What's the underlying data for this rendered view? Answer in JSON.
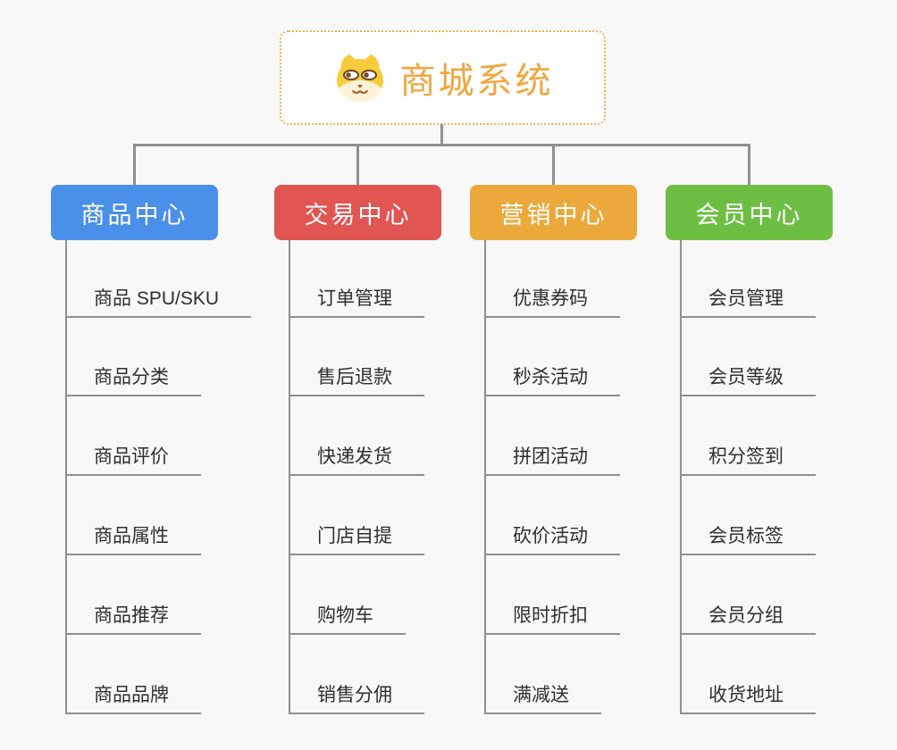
{
  "root": {
    "title": "商城系统",
    "icon": "dog-face",
    "accent_color": "#F2A63F",
    "border_color": "#F3B14E"
  },
  "branches": [
    {
      "label": "商品中心",
      "color": "#4A90E8",
      "items": [
        "商品 SPU/SKU",
        "商品分类",
        "商品评价",
        "商品属性",
        "商品推荐",
        "商品品牌"
      ]
    },
    {
      "label": "交易中心",
      "color": "#E15552",
      "items": [
        "订单管理",
        "售后退款",
        "快递发货",
        "门店自提",
        "购物车",
        "销售分佣"
      ]
    },
    {
      "label": "营销中心",
      "color": "#EBA93C",
      "items": [
        "优惠券码",
        "秒杀活动",
        "拼团活动",
        "砍价活动",
        "限时折扣",
        "满减送"
      ]
    },
    {
      "label": "会员中心",
      "color": "#6FBE44",
      "items": [
        "会员管理",
        "会员等级",
        "积分签到",
        "会员标签",
        "会员分组",
        "收货地址"
      ]
    }
  ],
  "style": {
    "background": "#F8F8F8",
    "connector_color": "#909090",
    "item_line_color": "#8F8F8F",
    "item_text_color": "#2E2E2E",
    "node_text_color": "#FFFFFF"
  }
}
